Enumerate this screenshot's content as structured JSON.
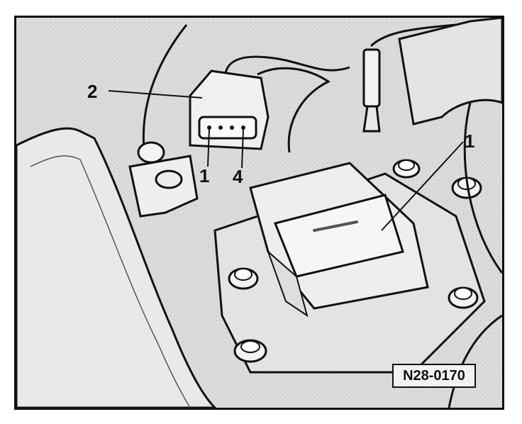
{
  "diagram": {
    "callouts": [
      {
        "id": "label-1-connector-pin",
        "text": "1"
      },
      {
        "id": "label-2-connector",
        "text": "2"
      },
      {
        "id": "label-4-connector-pin",
        "text": "4"
      },
      {
        "id": "label-1-component",
        "text": "1"
      }
    ],
    "reference_code": "N28-0170"
  },
  "colors": {
    "background": "#d9d9d9",
    "line": "#111111",
    "part_fill": "#e6e6e6"
  }
}
